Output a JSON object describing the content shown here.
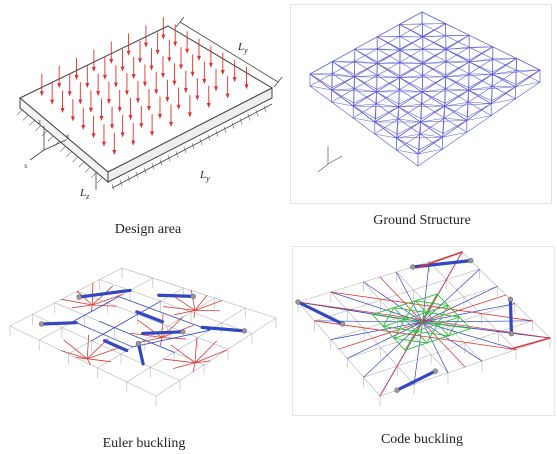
{
  "captions": {
    "design_area": "Design area",
    "ground_structure": "Ground Structure",
    "euler_buckling": "Euler buckling",
    "code_buckling": "Code buckling"
  },
  "labels": {
    "ly": "L",
    "ly_sub": "y",
    "ly2": "L",
    "ly2_sub": "y",
    "lz": "L",
    "lz_sub": "z"
  },
  "colors": {
    "load_arrows": "#e0302a",
    "ground_structure": "#5b5bd6",
    "euler_red": "#d93b3b",
    "euler_blue": "#3346c4",
    "code_green": "#2fbf3a",
    "frame_grey": "#b5b5b5"
  }
}
